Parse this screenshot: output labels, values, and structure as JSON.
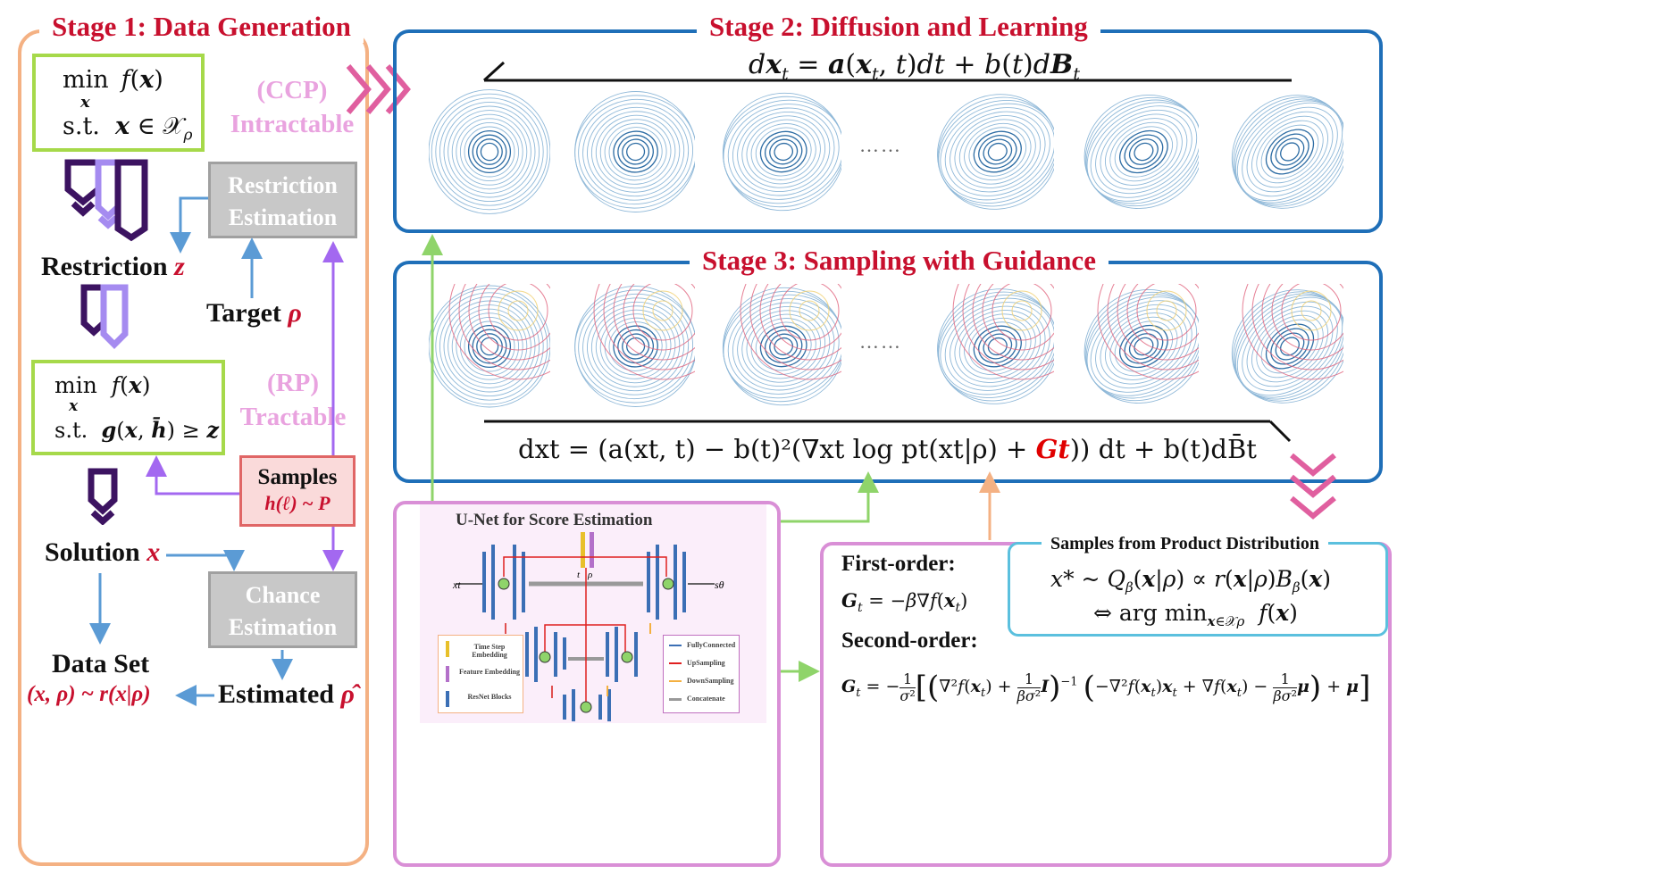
{
  "stage1": {
    "title": "Stage 1: Data Generation",
    "problem_ccp": {
      "line1": "min  f(x)",
      "sub1": "x",
      "line2": "s.t.  x ∈ 𝒳ρ"
    },
    "ccp_label": "(CCP)",
    "ccp_status": "Intractable",
    "restriction_estimation": "Restriction Estimation",
    "restriction_label": "Restriction",
    "restriction_var": "z",
    "target_label": "Target",
    "target_var": "ρ",
    "problem_rp": {
      "line1": "min  f(x)",
      "sub1": "x",
      "line2": "s.t.  g(x, h̄) ≥ z"
    },
    "rp_label": "(RP)",
    "rp_status": "Tractable",
    "samples_title": "Samples",
    "samples_expr": "h(ℓ) ~ P",
    "solution_label": "Solution",
    "solution_var": "x",
    "chance_estimation": "Chance Estimation",
    "dataset_label": "Data Set",
    "dataset_expr": "(x, ρ) ~ r(x|ρ)",
    "estimated_label": "Estimated",
    "estimated_var": "ρ̂"
  },
  "stage2": {
    "title": "Stage 2: Diffusion and Learning",
    "sde": "dxt = a(xt, t)dt + b(t)dBt",
    "ellipsis": "……"
  },
  "stage3": {
    "title": "Stage 3: Sampling with Guidance",
    "sde_pre": "dxt = (a(xt, t) − b(t)²(∇xt log pt(xt|ρ) + ",
    "sde_G": "Gt",
    "sde_post": ")) dt + b(t)dB̄t",
    "ellipsis": "……"
  },
  "unet": {
    "title": "U-Net for Score Estimation",
    "input": "xt",
    "output": "sθ",
    "t_label": "t",
    "rho_label": "ρ",
    "legend_left": [
      "Time Step Embedding",
      "Feature Embedding",
      "ResNet Blocks"
    ],
    "legend_right": [
      "FullyConnected",
      "UpSampling",
      "DownSampling",
      "Concatenate"
    ]
  },
  "guidance": {
    "first_title": "First-order:",
    "first_expr": "Gt = −β∇f(xt)",
    "second_title": "Second-order:",
    "second_expr": "Gt = −(1/σ²)[(∇²f(xt) + (1/βσ²)I)⁻¹(−∇²f(xt)xt + ∇f(xt) − (1/βσ²)μ) + μ]"
  },
  "product": {
    "title": "Samples from Product Distribution",
    "line1": "x* ~ Qβ(x|ρ) ∝ r(x|ρ)Bβ(x)",
    "line2": "⇔ arg min x∈𝒳ρ  f(x)"
  },
  "colors": {
    "stage1_border": "#f4b183",
    "stage_border": "#1f6fb8",
    "title_red": "#c8102e",
    "green": "#a6d94a",
    "pink": "#e9a3df",
    "purple": "#3c1361",
    "lavender": "#a58bf0",
    "unet_border": "#d98fd6",
    "product_border": "#5bc0de",
    "arrow_blue": "#5b9bd5",
    "arrow_green": "#8fd46a",
    "arrow_purple": "#a368f0",
    "arrow_orange": "#f4b183"
  }
}
